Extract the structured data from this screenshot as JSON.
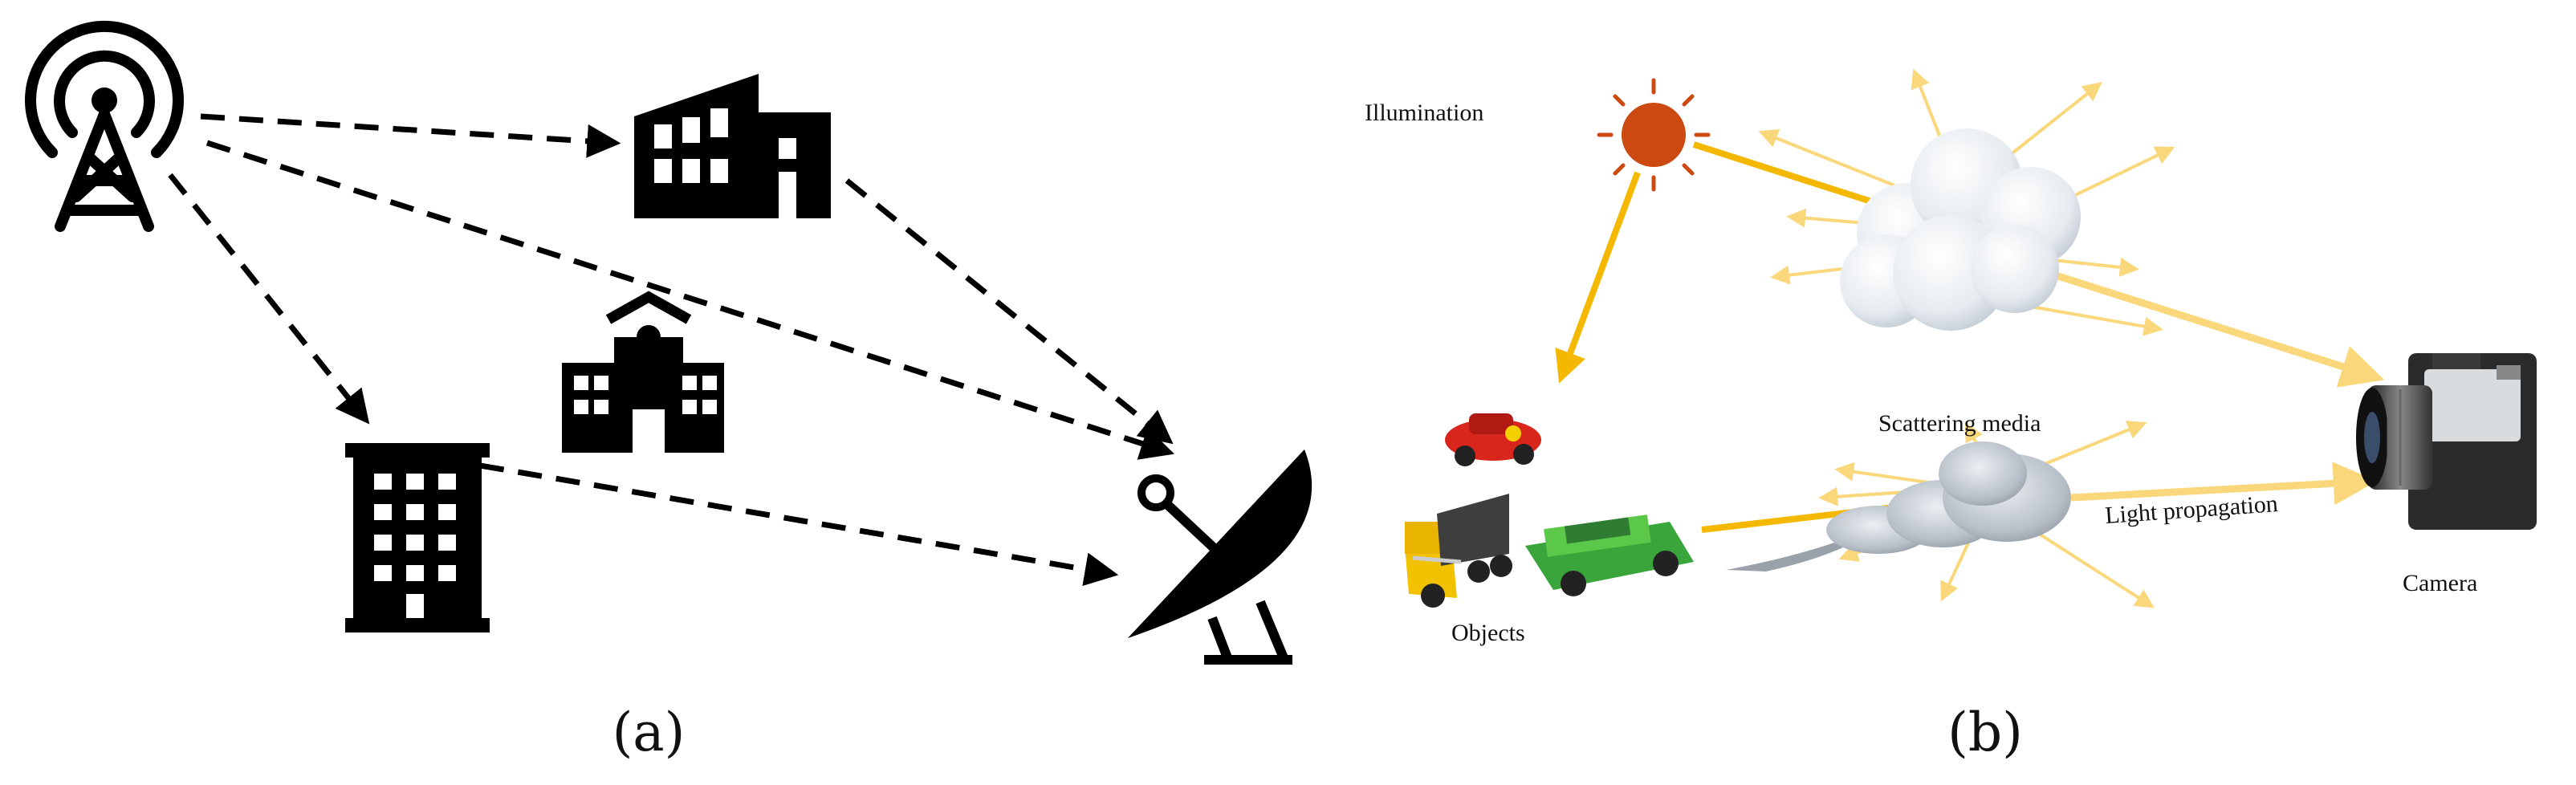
{
  "panel_a": {
    "caption": "(a)"
  },
  "panel_b": {
    "caption": "(b)",
    "labels": {
      "illumination": "Illumination",
      "scattering_media": "Scattering media",
      "light_propagation": "Light propagation",
      "objects": "Objects",
      "camera": "Camera"
    }
  },
  "colors": {
    "ink": "#000000",
    "sun": "#cc4a12",
    "light_ray": "#f5b800",
    "faint_ray": "#f9d77a"
  }
}
